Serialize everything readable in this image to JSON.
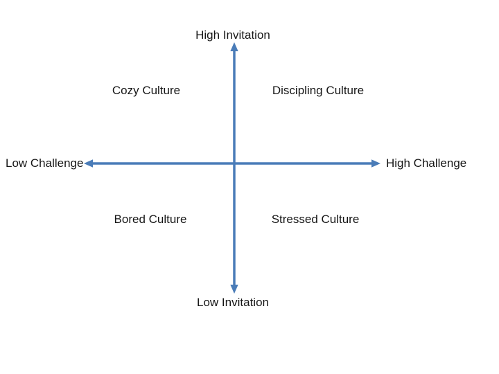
{
  "diagram": {
    "type": "quadrant-matrix",
    "background": "#ffffff",
    "text_color": "#161616",
    "accent_color": "#4a7cb8",
    "y_axis": {
      "high_label": "High Invitation",
      "low_label": "Low Invitation"
    },
    "x_axis": {
      "low_label": "Low Challenge",
      "high_label": "High Challenge"
    },
    "quadrants": [
      {
        "position": "top-left",
        "label": "Cozy Culture"
      },
      {
        "position": "top-right",
        "label": "Discipling Culture"
      },
      {
        "position": "bottom-left",
        "label": "Bored Culture"
      },
      {
        "position": "bottom-right",
        "label": "Stressed Culture"
      }
    ]
  }
}
